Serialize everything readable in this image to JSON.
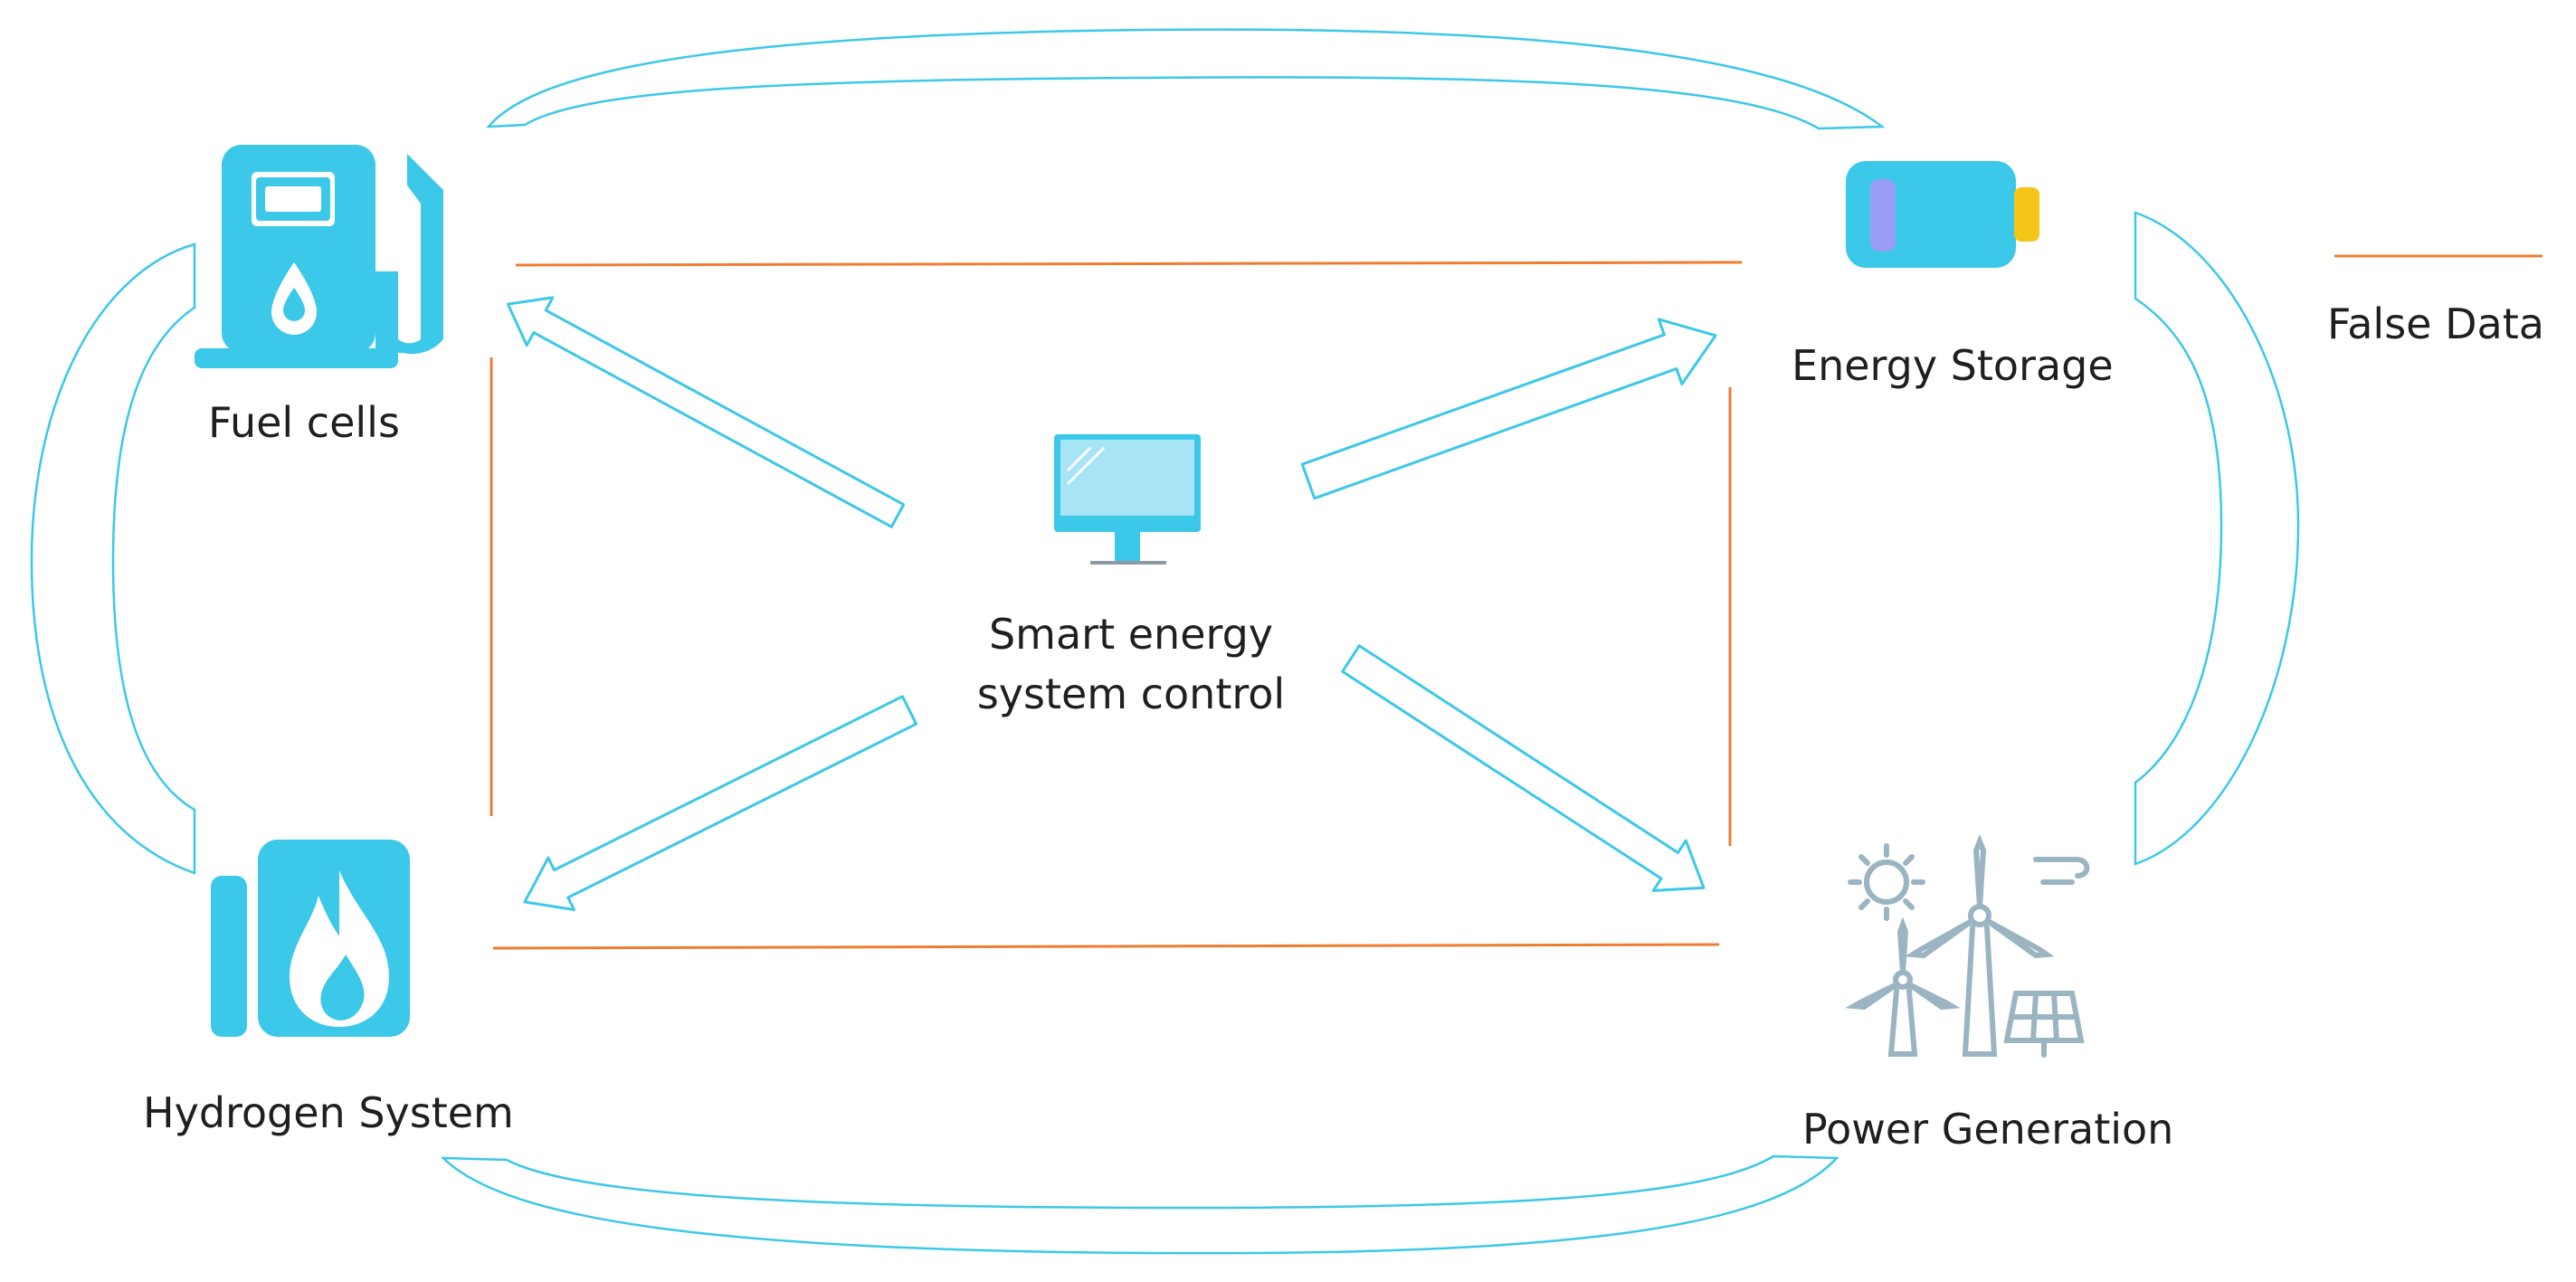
{
  "nodes": {
    "fuel_cells": {
      "label": "Fuel cells",
      "icon": "fuel-pump-icon"
    },
    "energy_storage": {
      "label": "Energy Storage",
      "icon": "battery-icon"
    },
    "hydrogen_system": {
      "label": "Hydrogen System",
      "icon": "hydrogen-tank-icon"
    },
    "power_generation": {
      "label": "Power Generation",
      "icon": "wind-solar-icon"
    },
    "control": {
      "label_line1": "Smart energy",
      "label_line2": "system control",
      "icon": "monitor-icon"
    }
  },
  "legend": {
    "label": "False Data",
    "color": "#ed7d31"
  },
  "colors": {
    "accent": "#3cc8e8",
    "connector": "#3cc8e8",
    "false_data": "#ed7d31",
    "battery_terminal": "#f5c518",
    "battery_cell": "#9b9cf5",
    "generation_icon": "#9ab4c2"
  }
}
